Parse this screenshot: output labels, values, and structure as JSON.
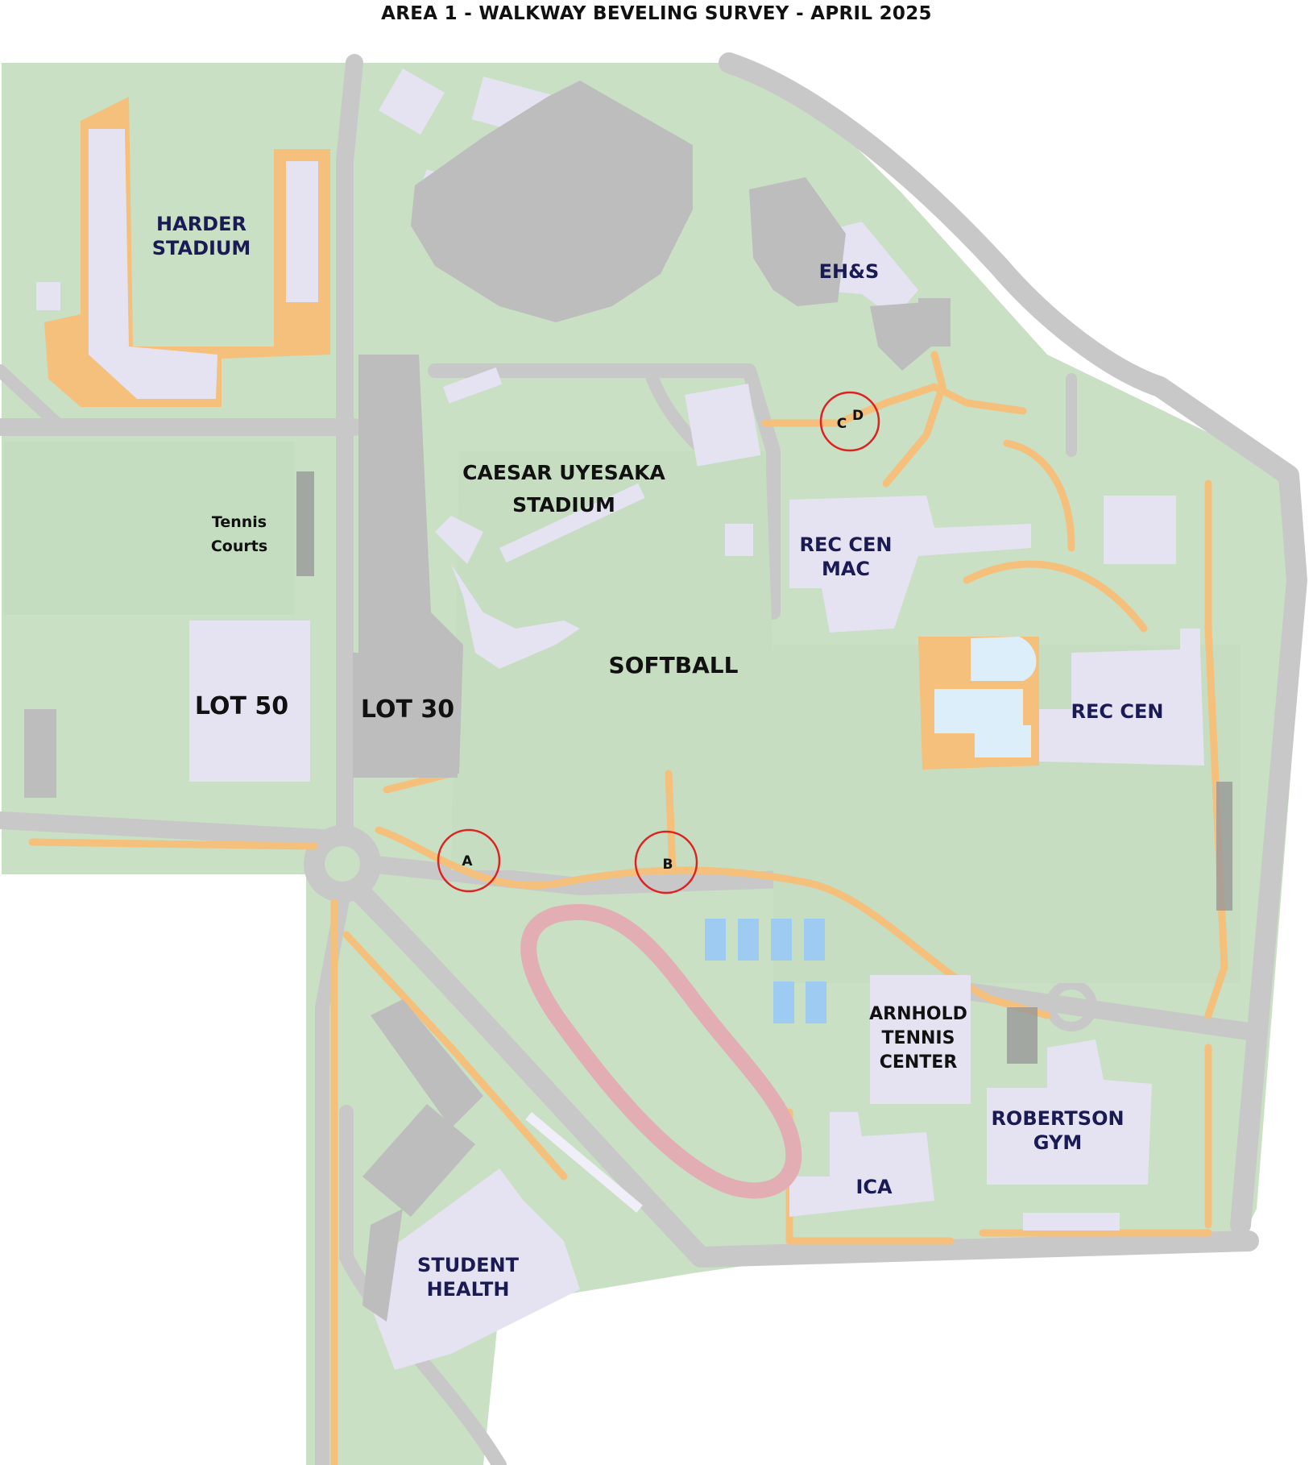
{
  "title": "AREA 1 - WALKWAY BEVELING SURVEY - APRIL 2025",
  "colors": {
    "grass": "#c9e0c4",
    "road": "#c8c8c8",
    "walkway": "#f5bf7c",
    "building": "#e5e2f2",
    "parking": "#bdbdbd",
    "track": "#e2aeb4",
    "pool": "#ddeefb",
    "tennis_court": "#9ecbf2",
    "survey_marker": "#dd2222",
    "label_navy": "#1a1a55"
  },
  "labels": {
    "harder_stadium_1": "HARDER",
    "harder_stadium_2": "STADIUM",
    "tennis_courts_1": "Tennis",
    "tennis_courts_2": "Courts",
    "lot50": "LOT 50",
    "lot30": "LOT 30",
    "caesar_1": "CAESAR UYESAKA",
    "caesar_2": "STADIUM",
    "softball": "SOFTBALL",
    "ehs": "EH&S",
    "reccen_mac_1": "REC CEN",
    "reccen_mac_2": "MAC",
    "reccen": "REC CEN",
    "arnhold_1": "ARNHOLD",
    "arnhold_2": "TENNIS",
    "arnhold_3": "CENTER",
    "robertson_1": "ROBERTSON",
    "robertson_2": "GYM",
    "ica": "ICA",
    "student_health_1": "STUDENT",
    "student_health_2": "HEALTH"
  },
  "survey_points": [
    {
      "id": "A",
      "label": "A"
    },
    {
      "id": "B",
      "label": "B"
    },
    {
      "id": "C",
      "label": "C"
    },
    {
      "id": "D",
      "label": "D"
    }
  ]
}
